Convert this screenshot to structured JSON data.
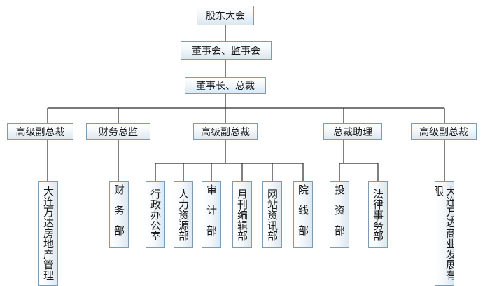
{
  "top": {
    "shareholders": "股东大会",
    "board": "董事会、监事会",
    "chairman": "董事长、总裁"
  },
  "level2": [
    "高级副总裁",
    "财务总监",
    "高级副总裁",
    "总裁助理",
    "高级副总裁"
  ],
  "departments": [
    "大连万达房地产管理",
    "财务部",
    "行政办公室",
    "人力资源部",
    "审计部",
    "月刊编辑部",
    "网站资讯部",
    "院线部",
    "投资部",
    "法律事务部",
    "大连万达商业发展有限"
  ]
}
